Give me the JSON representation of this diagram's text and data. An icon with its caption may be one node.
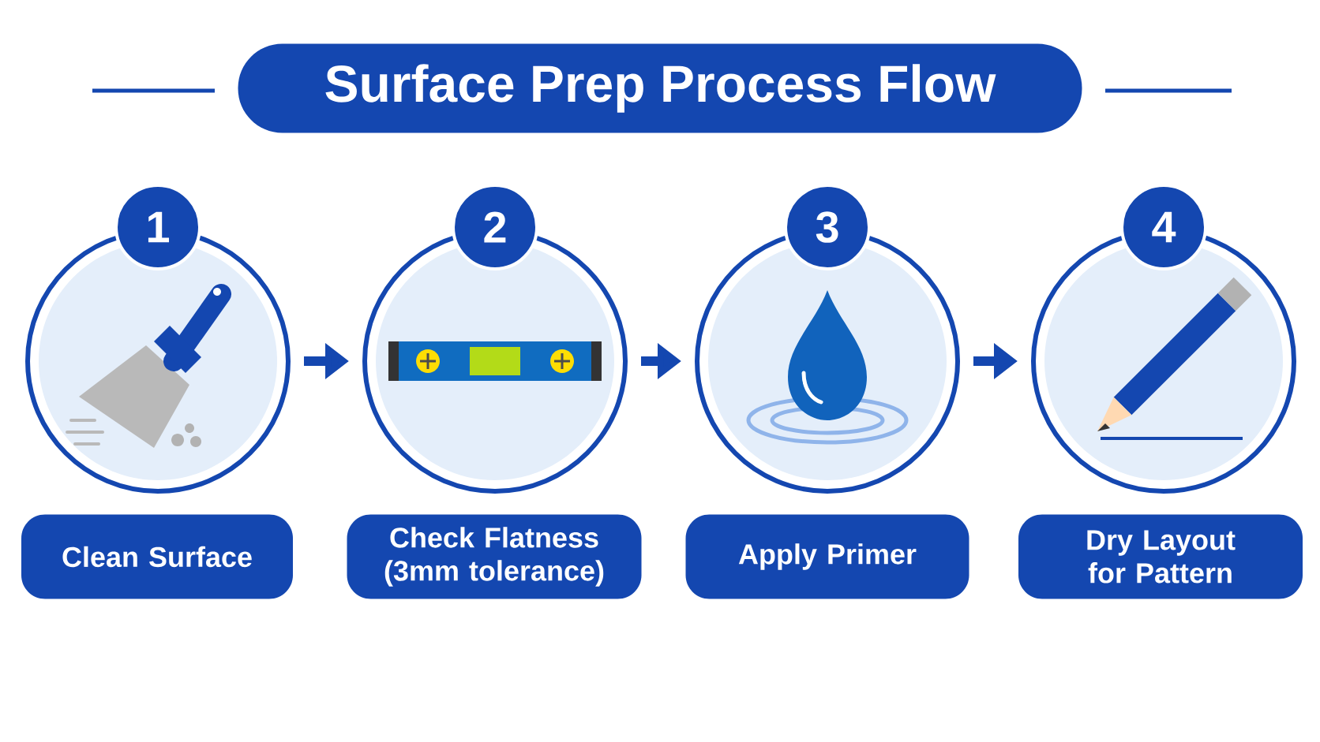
{
  "diagram": {
    "title": "Surface Prep Process Flow",
    "nodes": [
      {
        "text": [],
        "shape": "circle",
        "beside": [
          "1"
        ]
      },
      {
        "text": [],
        "shape": "circle",
        "beside": [
          "2"
        ]
      },
      {
        "text": [],
        "shape": "circle",
        "beside": [
          "3"
        ]
      },
      {
        "text": [],
        "shape": "circle",
        "beside": [
          "4"
        ]
      },
      {
        "text": [
          "Clean Surface"
        ]
      },
      {
        "text": [
          "Check Flatness (3mm tolerance)"
        ]
      },
      {
        "text": [
          "Apply Primer"
        ]
      },
      {
        "text": [
          "Dry Layout for Pattern"
        ]
      }
    ],
    "edges": [
      {
        "from": 0,
        "to": 1,
        "arrow": "to"
      },
      {
        "from": 1,
        "to": 2,
        "arrow": "to"
      },
      {
        "from": 2,
        "to": 3,
        "arrow": "to"
      }
    ]
  }
}
